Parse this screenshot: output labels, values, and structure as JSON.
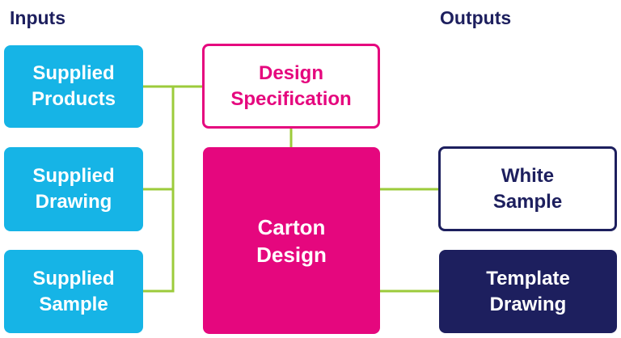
{
  "headings": {
    "inputs": "Inputs",
    "outputs": "Outputs"
  },
  "inputs": [
    {
      "line1": "Supplied",
      "line2": "Products"
    },
    {
      "line1": "Supplied",
      "line2": "Drawing"
    },
    {
      "line1": "Supplied",
      "line2": "Sample"
    }
  ],
  "design_spec": {
    "line1": "Design",
    "line2": "Specification"
  },
  "carton_design": {
    "line1": "Carton",
    "line2": "Design"
  },
  "outputs": [
    {
      "line1": "White",
      "line2": "Sample"
    },
    {
      "line1": "Template",
      "line2": "Drawing"
    }
  ],
  "colors": {
    "input_fill": "#16b4e6",
    "accent_magenta": "#e5077e",
    "navy": "#1d1f5e",
    "connector_green": "#9ccb3b"
  }
}
